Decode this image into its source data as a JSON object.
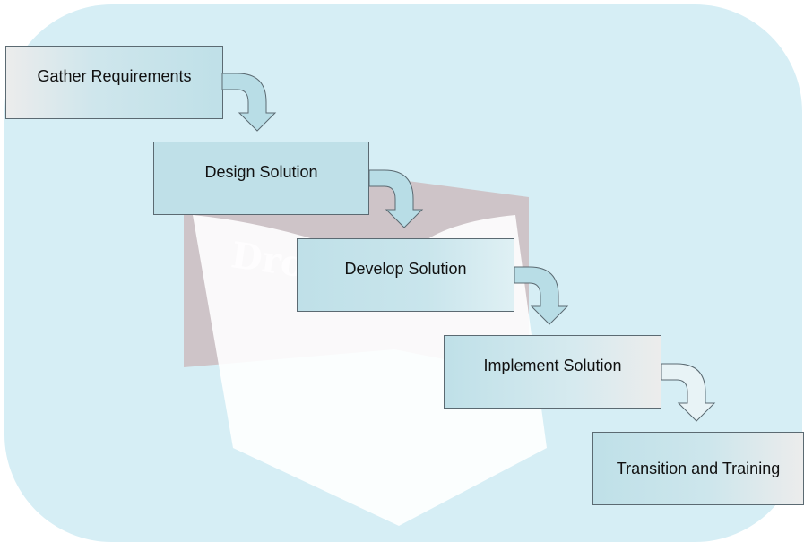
{
  "diagram": {
    "steps": [
      {
        "label": "Gather Requirements"
      },
      {
        "label": "Design Solution"
      },
      {
        "label": "Develop Solution"
      },
      {
        "label": "Implement Solution"
      },
      {
        "label": "Transition and Training"
      }
    ],
    "colors": {
      "background_panel": "#d6eef5",
      "box_fill": "#bfe0e8",
      "box_fill_light": "#ececec",
      "arrow_fill": "#b8dde6",
      "border": "#5b6a72",
      "watermark_red": "#c9a3a3",
      "watermark_white": "#ffffff"
    },
    "watermark": {
      "logo_text": "DropBooks"
    }
  }
}
